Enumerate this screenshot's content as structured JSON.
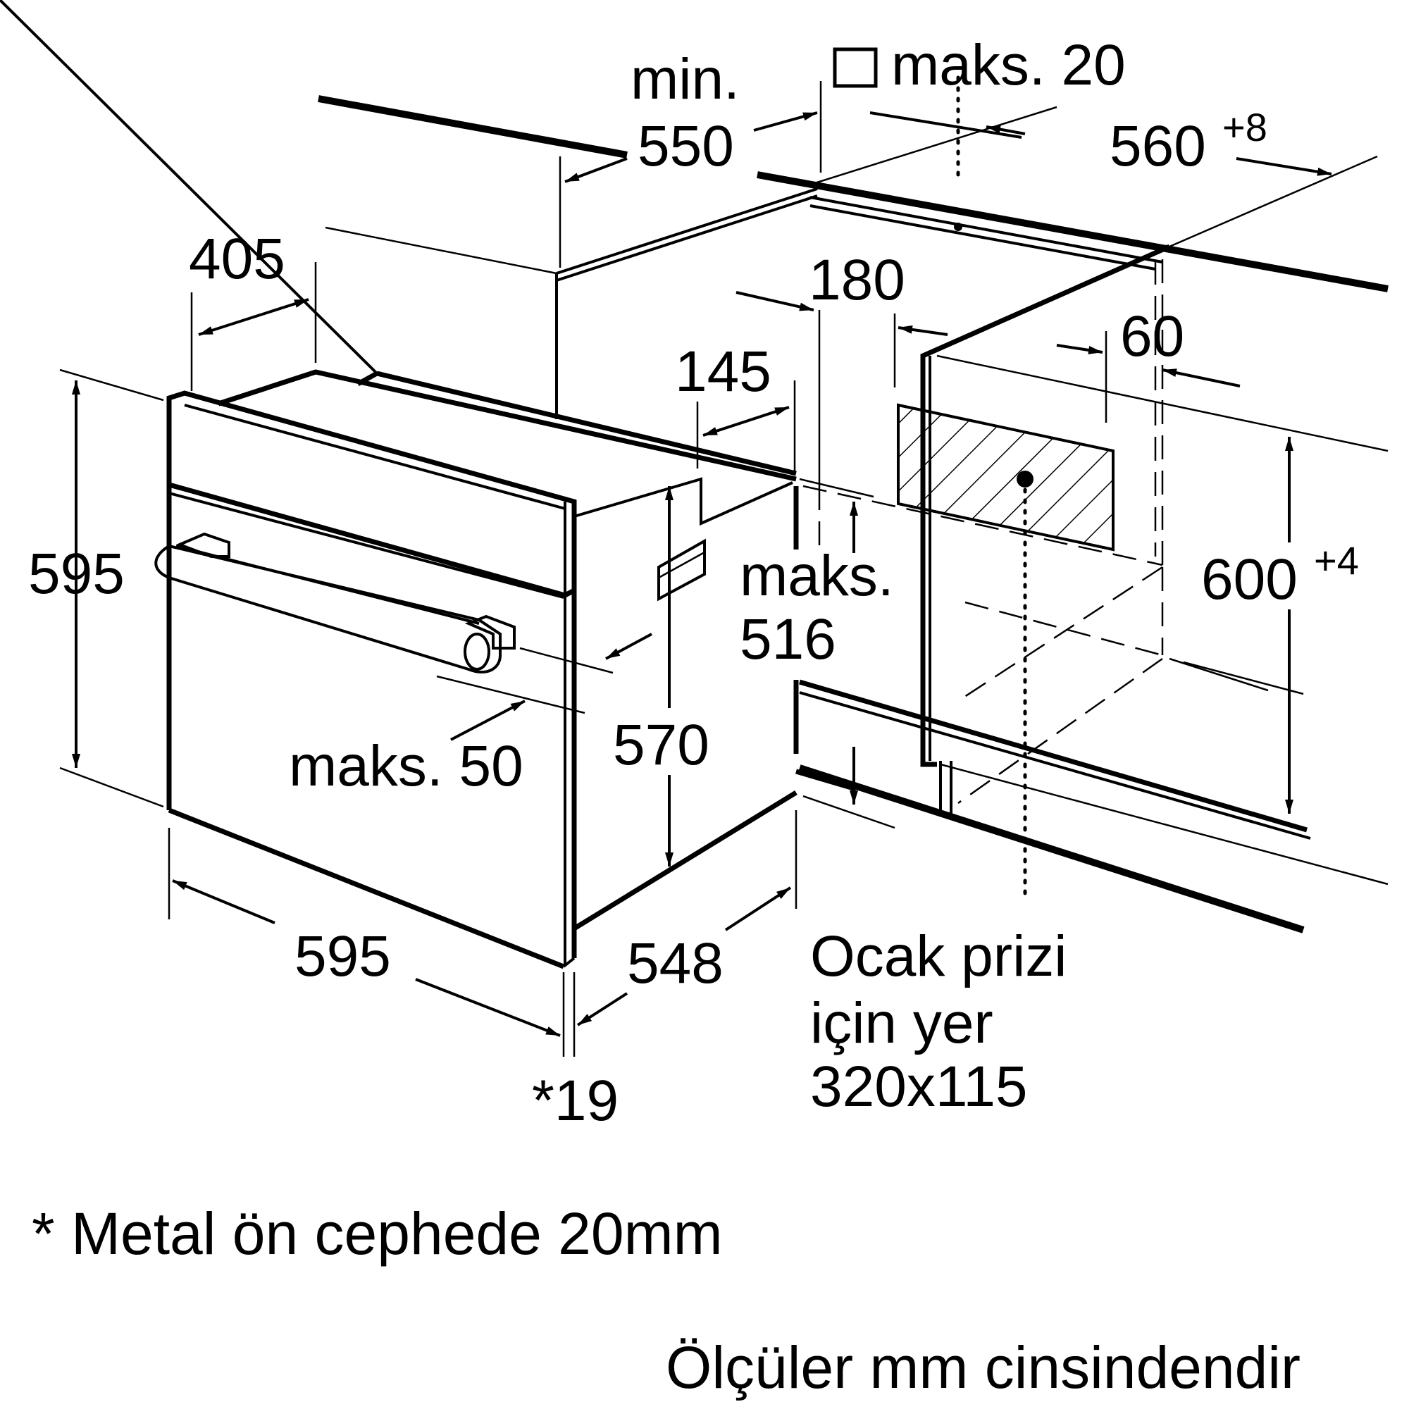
{
  "dimensions": {
    "min_label": "min.",
    "min_value": "550",
    "maks_20": "maks. 20",
    "width_560": "560",
    "width_560_tol": "+8",
    "depth_405": "405",
    "height_595": "595",
    "d_180": "180",
    "d_145": "145",
    "d_60": "60",
    "maks_label": "maks.",
    "maks_516": "516",
    "height_600": "600",
    "height_600_tol": "+4",
    "height_570": "570",
    "maks_50": "maks. 50",
    "width_595": "595",
    "depth_548": "548",
    "front_19": "*19"
  },
  "socket_note": {
    "line1": "Ocak prizi",
    "line2": "için yer",
    "line3": "320x115"
  },
  "footnote": "* Metal ön cephede 20mm",
  "units_note": "Ölçüler mm cinsindendir"
}
